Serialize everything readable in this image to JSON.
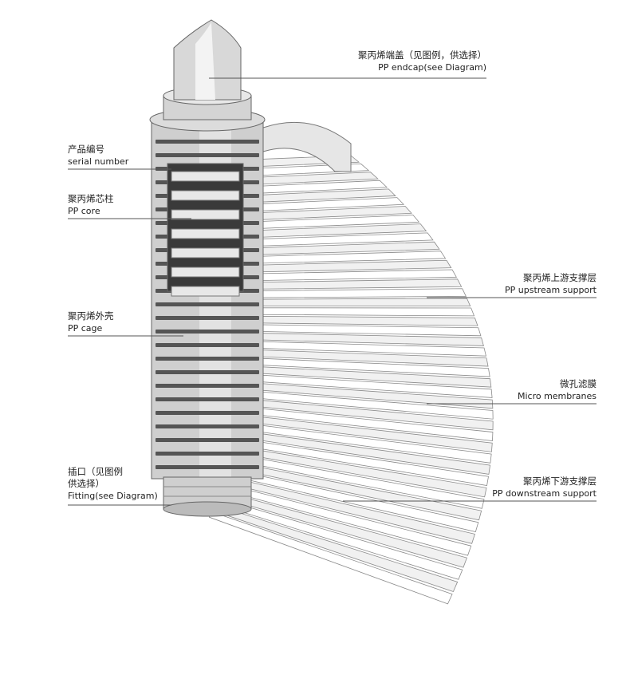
{
  "title": "PP pleated filter cartridge structure",
  "colors": {
    "line": "#555555",
    "cage": "#c9c9c9",
    "cage_dark": "#8a8a8a",
    "pleat": "#ffffff",
    "pleat_edge": "#9a9a9a"
  },
  "labels": {
    "endcap": {
      "cn": "聚丙烯端盖（见图例，供选择）",
      "en": "PP endcap(see Diagram)"
    },
    "serial": {
      "cn": "产品编号",
      "en": "serial number"
    },
    "core": {
      "cn": "聚丙烯芯柱",
      "en": "PP core"
    },
    "cage": {
      "cn": "聚丙烯外壳",
      "en": "PP cage"
    },
    "fitting": {
      "cn1": "插口（见图例",
      "cn2": "供选择）",
      "en": "Fitting(see Diagram)"
    },
    "upstream": {
      "cn": "聚丙烯上游支撑层",
      "en": "PP upstream support"
    },
    "membrane": {
      "cn": "微孔滤膜",
      "en": "Micro membranes"
    },
    "downstream": {
      "cn": "聚丙烯下游支撑层",
      "en": "PP downstream support"
    }
  }
}
